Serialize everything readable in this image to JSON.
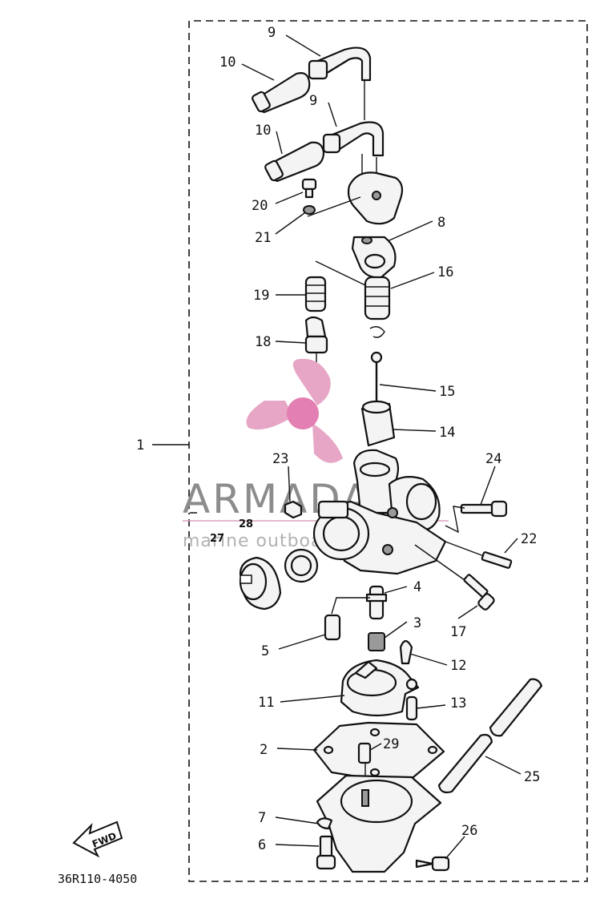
{
  "diagram": {
    "part_code": "36R110-4050",
    "fwd_label": "FWD",
    "watermark": {
      "brand": "ARMADA",
      "tagline": "marine outboards",
      "logo_color": "#e8a6c6",
      "logo_hub_color": "#e37fb2"
    },
    "callouts": [
      "1",
      "2",
      "3",
      "4",
      "5",
      "6",
      "7",
      "8",
      "9",
      "9",
      "10",
      "10",
      "11",
      "12",
      "13",
      "14",
      "15",
      "16",
      "17",
      "18",
      "19",
      "20",
      "21",
      "22",
      "23",
      "24",
      "25",
      "26",
      "27",
      "28",
      "29"
    ]
  }
}
